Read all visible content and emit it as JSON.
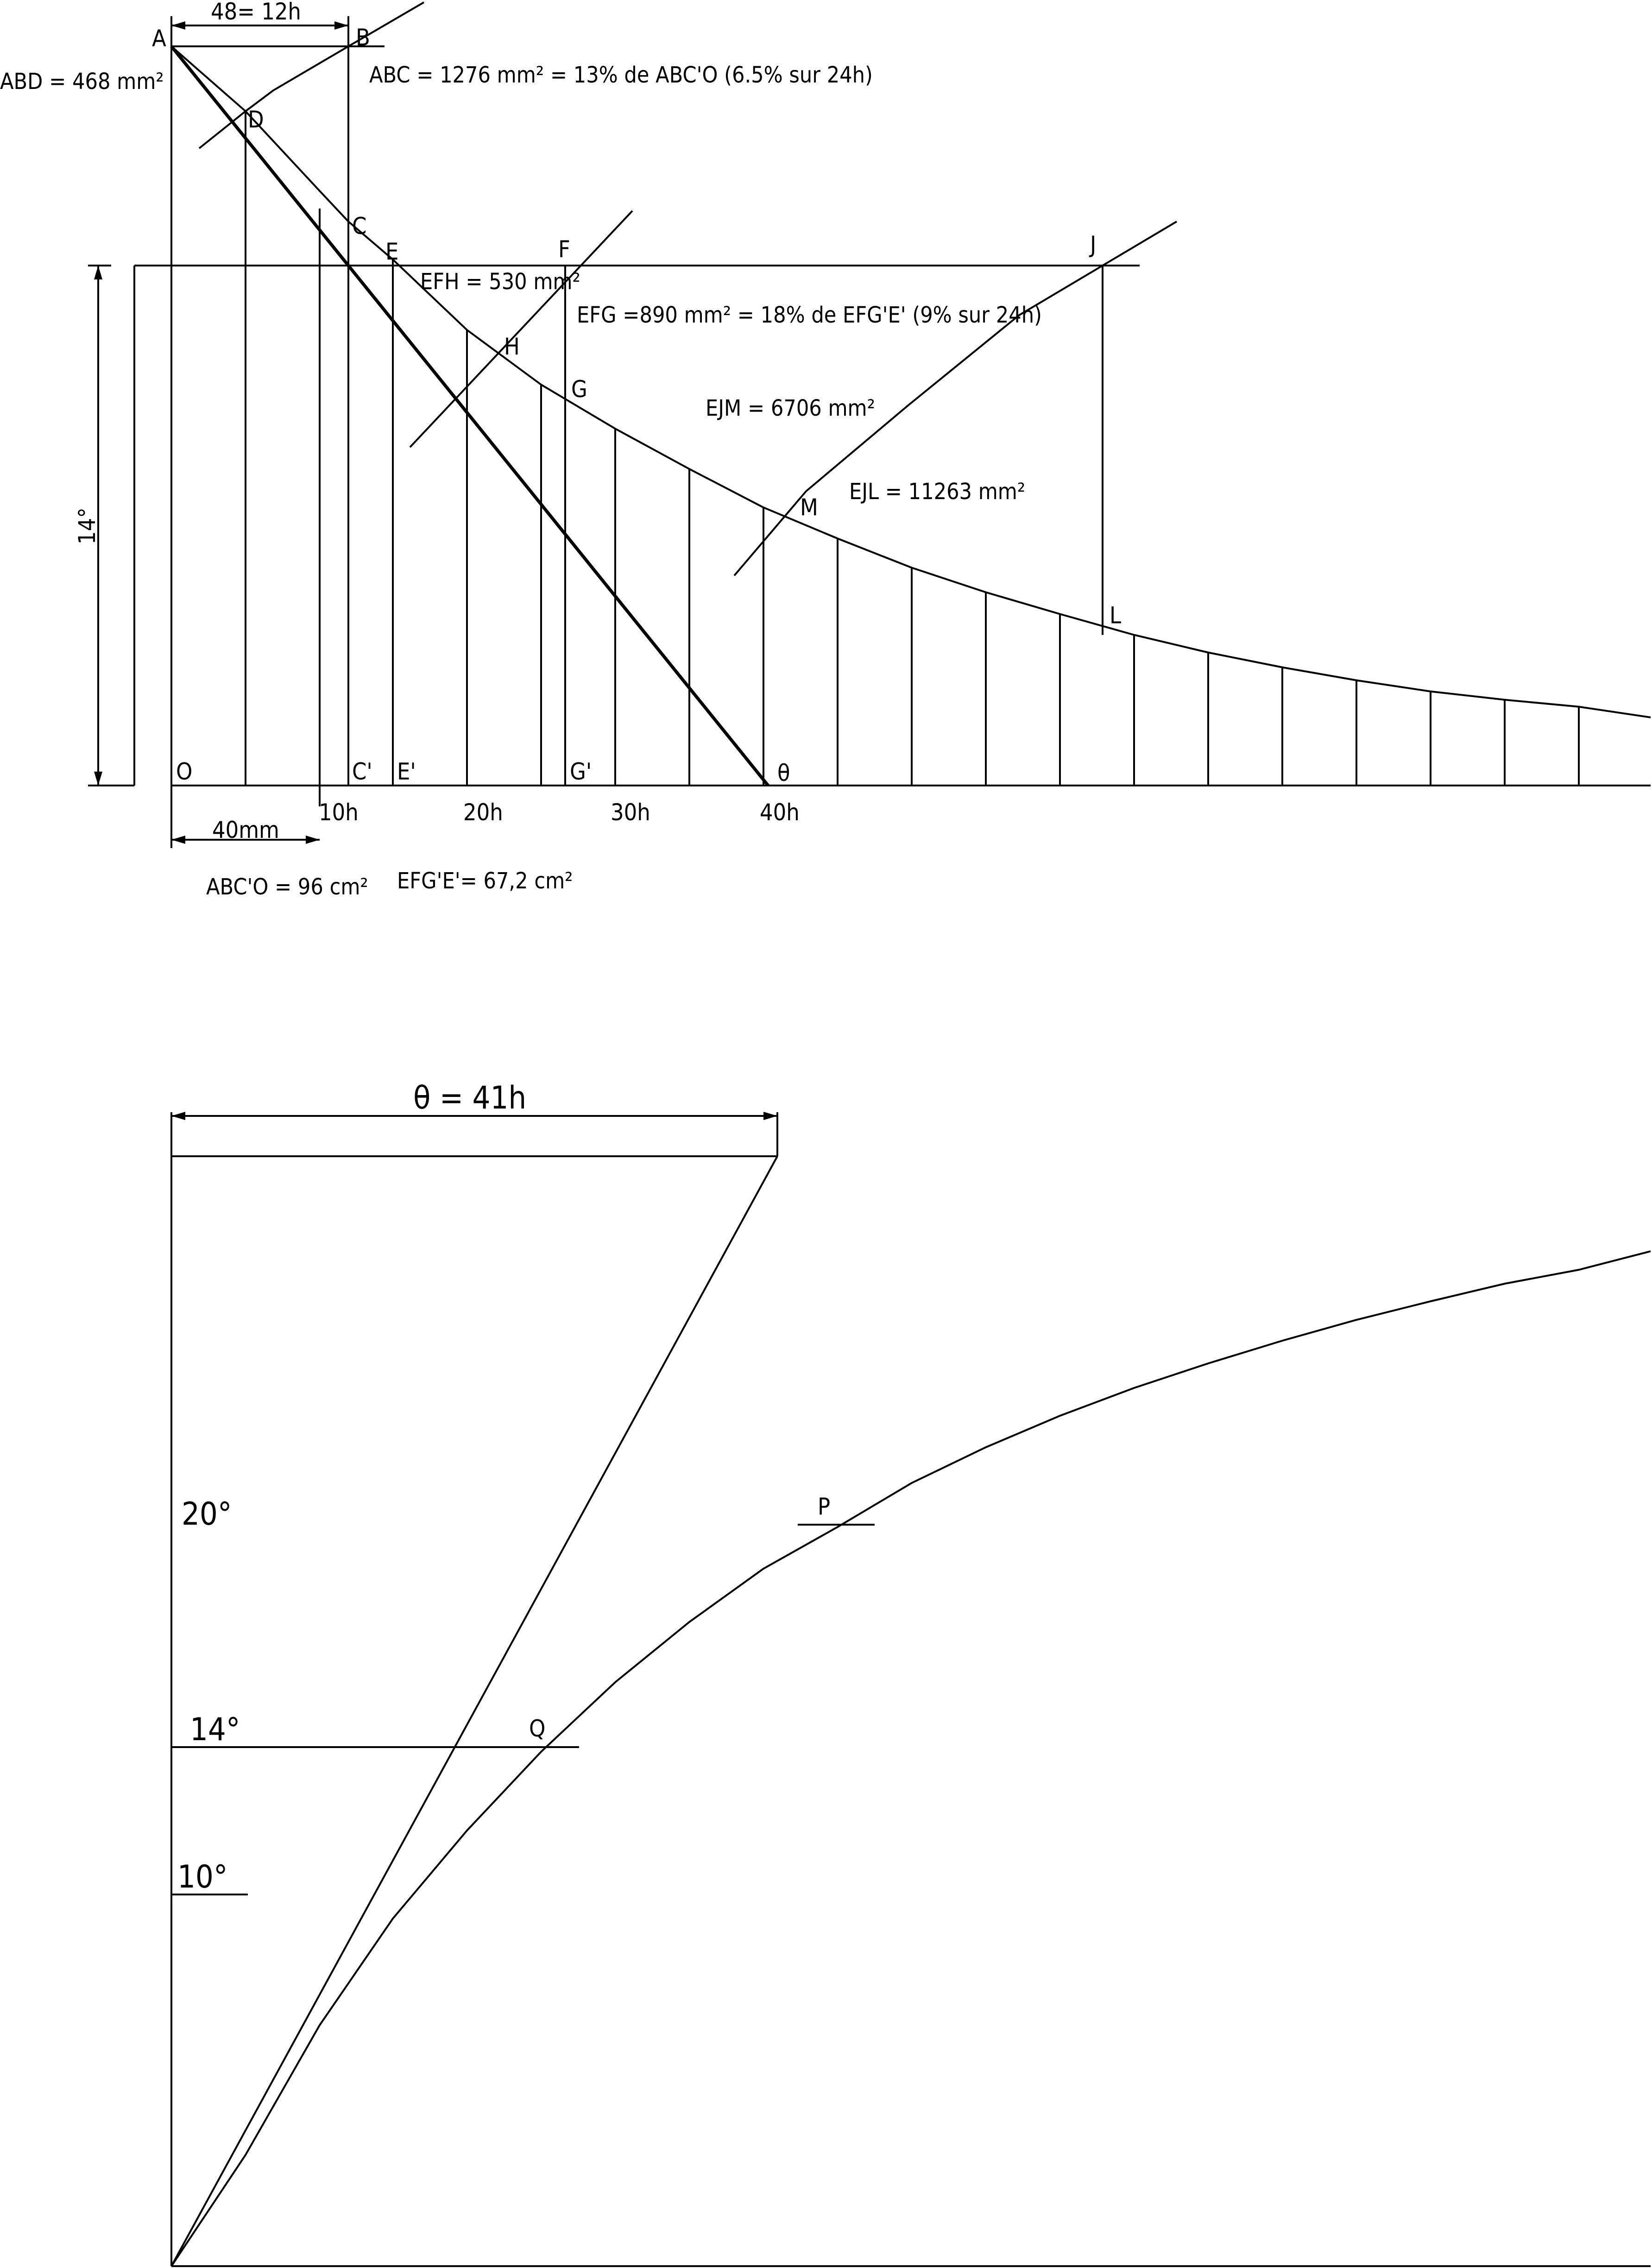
{
  "top": {
    "points": {
      "A": "A",
      "B": "B",
      "C": "C",
      "D": "D",
      "E": "E",
      "F": "F",
      "G": "G",
      "H": "H",
      "J": "J",
      "L": "L",
      "M": "M",
      "O": "O",
      "C_prime": "C'",
      "E_prime": "E'",
      "G_prime": "G'",
      "theta": "θ"
    },
    "dim_top": "48= 12h",
    "dim_left": "14°",
    "dim_bottom": "40mm",
    "time_ticks": [
      "10h",
      "20h",
      "30h",
      "40h"
    ],
    "notes": {
      "abd": "ABD = 468 mm²",
      "abc": "ABC = 1276 mm² = 13% de ABC'O (6.5% sur 24h)",
      "efh": "EFH = 530 mm²",
      "efg": "EFG =890 mm² = 18% de EFG'E' (9% sur 24h)",
      "ejm": "EJM = 6706 mm²",
      "ejl": "EJL = 11263 mm²",
      "abco": "ABC'O = 96 cm²",
      "efge": "EFG'E'= 67,2 cm²"
    }
  },
  "bottom": {
    "dim_top": "θ = 41h",
    "levels": [
      "20°",
      "14°",
      "10°"
    ],
    "points": {
      "P": "P",
      "Q": "Q"
    }
  }
}
